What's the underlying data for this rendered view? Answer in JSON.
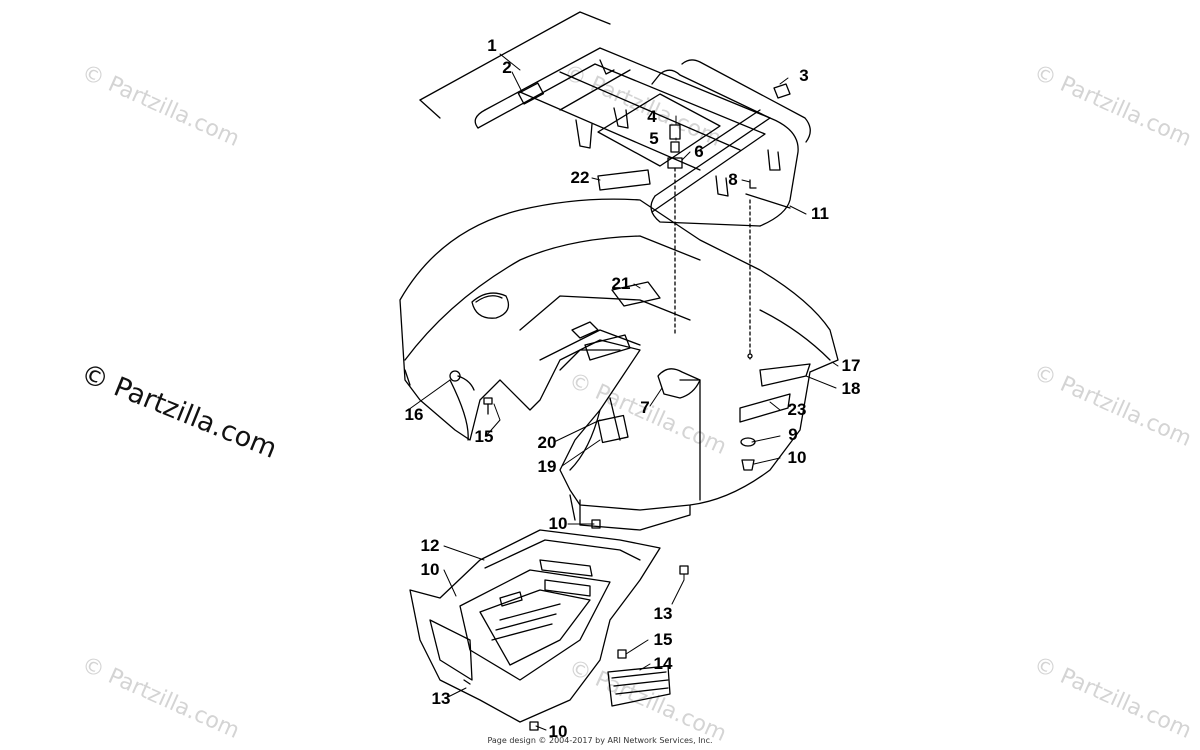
{
  "watermark": {
    "text": "© Partzilla.com",
    "faint_color": "#d4d4d4",
    "dark_color": "#111111"
  },
  "diagram": {
    "line_color": "#000000",
    "callouts": [
      "1",
      "2",
      "3",
      "4",
      "5",
      "6",
      "22",
      "8",
      "11",
      "21",
      "17",
      "18",
      "16",
      "7",
      "23",
      "15",
      "9",
      "20",
      "10",
      "19",
      "10",
      "12",
      "10",
      "13",
      "15",
      "14",
      "13",
      "10"
    ]
  },
  "footer": {
    "text": "Page design © 2004-2017 by ARI Network Services, Inc."
  }
}
